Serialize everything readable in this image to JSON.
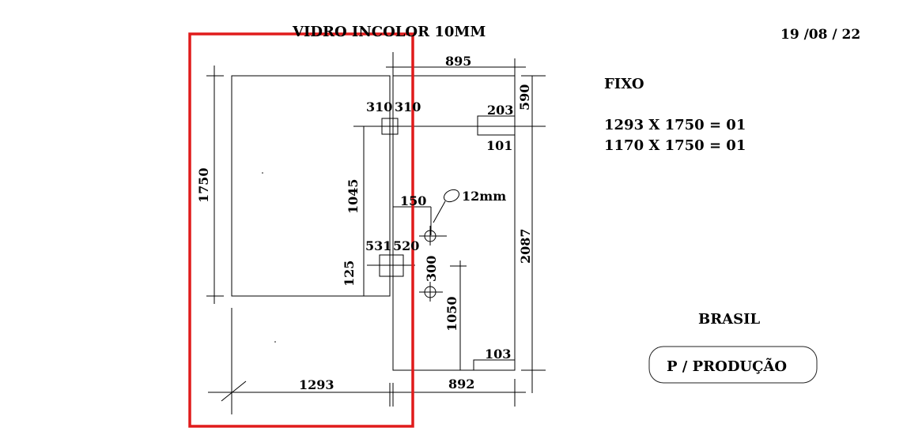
{
  "header": {
    "title": "VIDRO INCOLOR 10MM",
    "date": "19 /08 / 22"
  },
  "dimensions": {
    "top_width": "895",
    "height_left": "1750",
    "right_top": "590",
    "hinge_top_left": "310",
    "hinge_top_right": "310",
    "top_notch_width": "203",
    "top_notch_below": "101",
    "inner_height": "1045",
    "hole_offset": "150",
    "hole_diameter": "12mm",
    "lower_hinge_left": "531",
    "lower_hinge_right": "520",
    "lower_offset": "125",
    "hole_spacing": "300",
    "right_height": "2087",
    "bottom_height": "1050",
    "bottom_notch": "103",
    "bottom_left_width": "1293",
    "bottom_right_width": "892"
  },
  "notes": {
    "heading": "FIXO",
    "line1": "1293 X 1750 = 01",
    "line2": "1170 X 1750 = 01",
    "brand": "BRASIL",
    "stamp": "P / PRODUÇÃO"
  },
  "colors": {
    "selection": "#e01b1b",
    "ink": "#000000"
  }
}
